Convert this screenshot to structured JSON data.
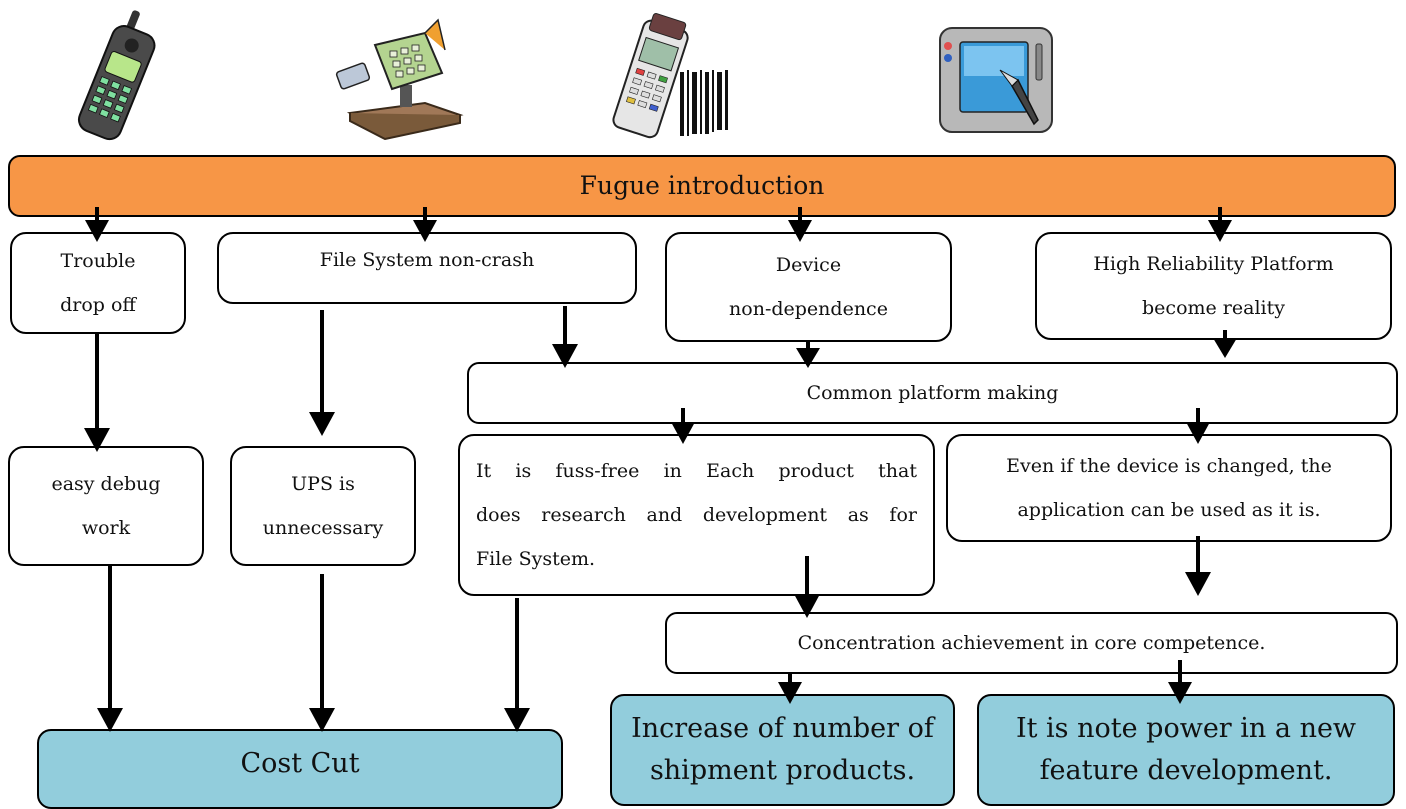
{
  "icons": [
    "mobile-phone-icon",
    "pos-cash-register-icon",
    "barcode-scanner-icon",
    "tablet-pen-icon"
  ],
  "top_bar": "Fugue introduction",
  "benefits": {
    "trouble": [
      "Trouble",
      "drop off"
    ],
    "fs_noncrash": "File System non-crash",
    "device_nondep": [
      "Device",
      "non-dependence"
    ],
    "high_rel": [
      "High Reliability Platform",
      "become reality"
    ]
  },
  "common_platform": "Common platform making",
  "easy_debug": [
    "easy debug",
    "work"
  ],
  "ups": [
    "UPS is",
    "unnecessary"
  ],
  "fuss_free": [
    "It is fuss-free in Each product that",
    "does research and development as for",
    "File System."
  ],
  "device_changed": [
    "Even if the device is changed, the",
    "application can be used as it is."
  ],
  "concentration": "Concentration achievement in core competence.",
  "results": {
    "cost_cut": "Cost Cut",
    "shipment": [
      "Increase of number of",
      "shipment products."
    ],
    "new_feature": [
      "It is note power in a new",
      "feature development."
    ]
  },
  "colors": {
    "orange": "#f79646",
    "blue": "#92cddc"
  }
}
